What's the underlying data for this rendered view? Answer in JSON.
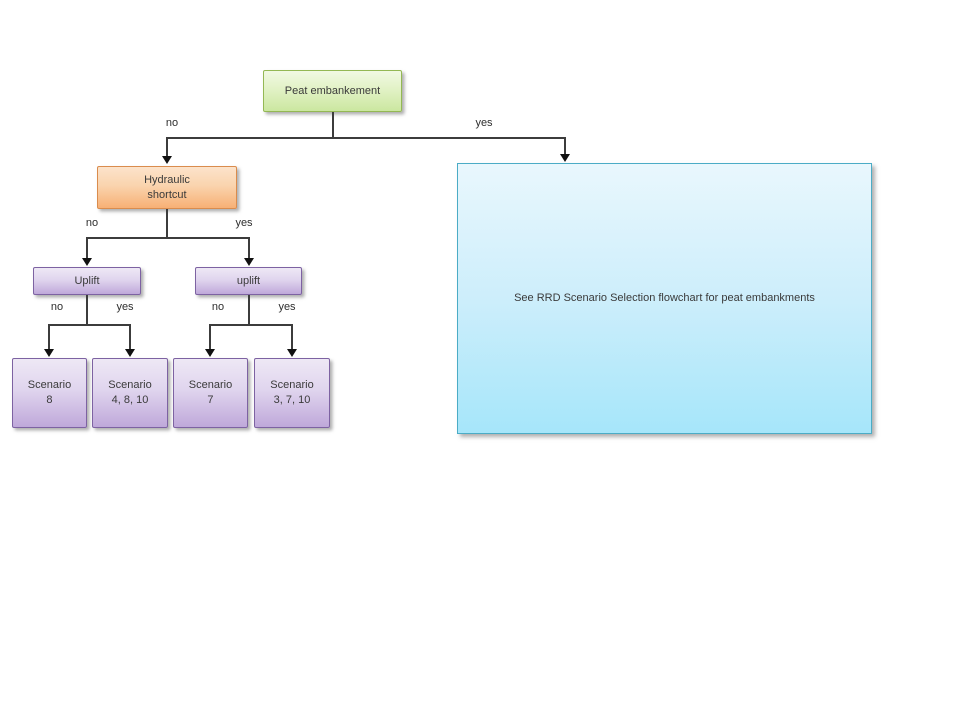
{
  "diagram": {
    "nodes": {
      "root": {
        "label": "Peat embankement"
      },
      "hydraulic_shortcut": {
        "label": "Hydraulic\nshortcut"
      },
      "uplift_left": {
        "label": "Uplift"
      },
      "uplift_right": {
        "label": "uplift"
      },
      "scenario_8": {
        "label": "Scenario\n8"
      },
      "scenario_4_8_10": {
        "label": "Scenario\n4, 8, 10"
      },
      "scenario_7": {
        "label": "Scenario\n7"
      },
      "scenario_3_7_10": {
        "label": "Scenario\n3, 7, 10"
      },
      "rrd_reference": {
        "label": "See RRD Scenario Selection flowchart for peat embankments"
      }
    },
    "edge_labels": {
      "root_no": "no",
      "root_yes": "yes",
      "hydraulic_no": "no",
      "hydraulic_yes": "yes",
      "uplift_left_no": "no",
      "uplift_left_yes": "yes",
      "uplift_right_no": "no",
      "uplift_right_yes": "yes"
    },
    "colors": {
      "green_fill_top": "#f1f9e3",
      "green_fill_bottom": "#cbe7a0",
      "green_border": "#94b854",
      "orange_fill_top": "#fce3cb",
      "orange_fill_bottom": "#f7b075",
      "orange_border": "#da8c4d",
      "purple_fill_top": "#eee8f5",
      "purple_fill_bottom": "#bfa8da",
      "purple_border": "#7d62a2",
      "blue_fill_top": "#e9f7fd",
      "blue_fill_bottom": "#a6e6fa",
      "blue_border": "#4bacc6",
      "connector": "#3c3c3c",
      "text": "#3a3a3a"
    }
  }
}
